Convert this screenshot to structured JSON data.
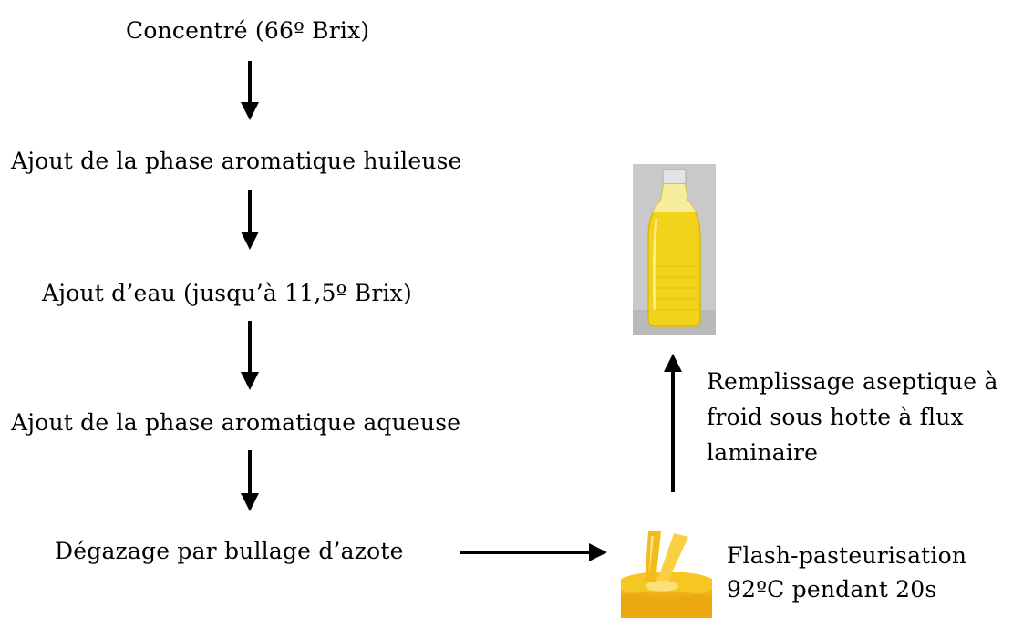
{
  "steps": {
    "concentre": "Concentré (66º Brix)",
    "huileuse": "Ajout de la phase aromatique huileuse",
    "eau": "Ajout d’eau (jusqu’à 11,5º Brix)",
    "aqueuse": "Ajout de la phase aromatique aqueuse",
    "degazage": "Dégazage par bullage d’azote",
    "pasteurisation_line1": "Flash-pasteurisation",
    "pasteurisation_line2": "92ºC pendant 20s",
    "remplissage_line1": "Remplissage aseptique à",
    "remplissage_line2": "froid sous hotte à flux",
    "remplissage_line3": "laminaire"
  },
  "colors": {
    "juice": "#f2d21a",
    "juice_dark": "#e8a40a",
    "photo_bg": "#c9c9c9"
  }
}
